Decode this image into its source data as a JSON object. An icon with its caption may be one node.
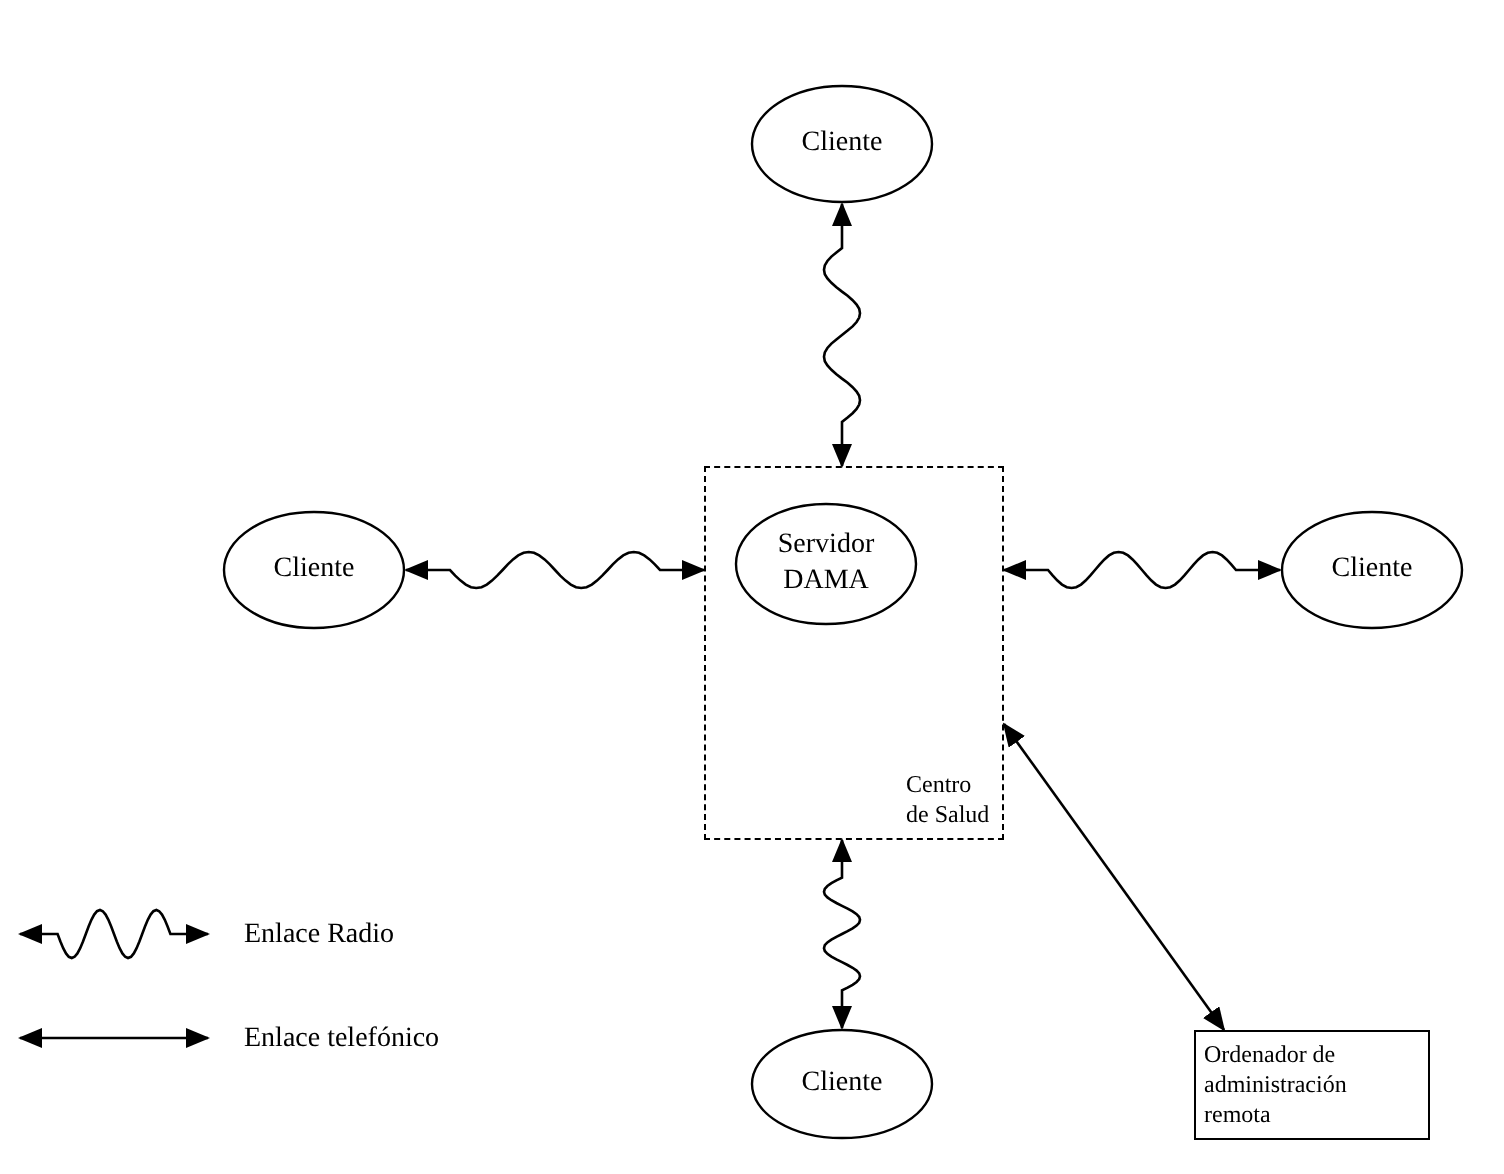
{
  "diagram": {
    "nodes": [
      {
        "text": [
          "Centro de Salud"
        ]
      },
      {
        "text": [
          "Servidor DAMA"
        ],
        "in": 0
      },
      {
        "text": [
          "Cliente"
        ]
      },
      {
        "text": [
          "Cliente"
        ]
      },
      {
        "text": [
          "Cliente"
        ]
      },
      {
        "text": [
          "Cliente"
        ]
      },
      {
        "text": [
          "Ordenador de administración remota"
        ]
      }
    ],
    "edges": [
      {
        "from": 2,
        "to": 0,
        "arrow": "both"
      },
      {
        "from": 3,
        "to": 0,
        "arrow": "both"
      },
      {
        "from": 0,
        "to": 4,
        "arrow": "both"
      },
      {
        "from": 0,
        "to": 5,
        "arrow": "both"
      },
      {
        "from": 0,
        "to": 6,
        "arrow": "both"
      }
    ],
    "legend": [
      {
        "text": "Enlace Radio"
      },
      {
        "text": "Enlace telefónico"
      }
    ]
  }
}
